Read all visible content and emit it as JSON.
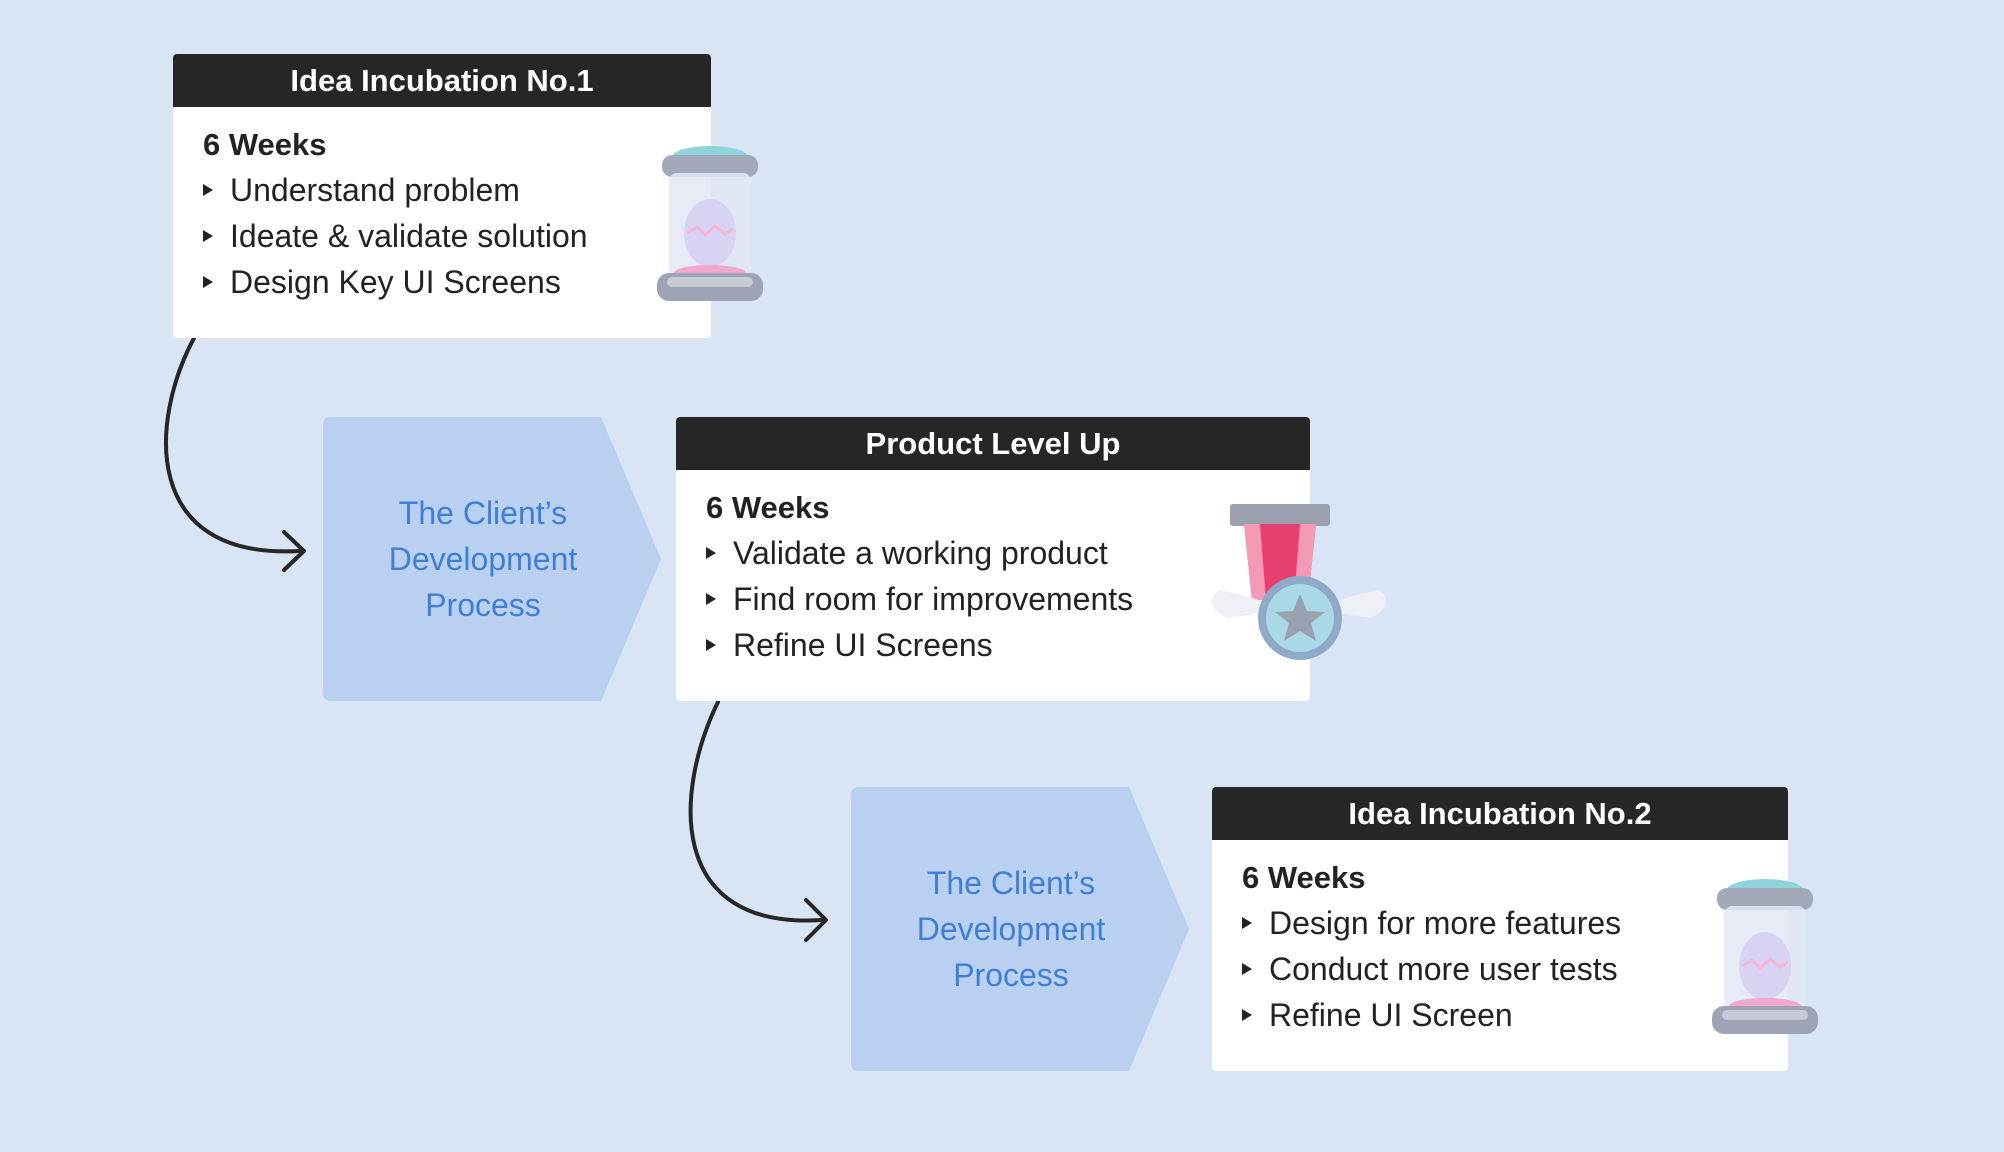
{
  "cards": [
    {
      "title": "Idea Incubation No.1",
      "duration": "6 Weeks",
      "items": [
        "Understand problem",
        "Ideate & validate solution",
        "Design Key UI Screens"
      ]
    },
    {
      "title": "Product Level Up",
      "duration": "6 Weeks",
      "items": [
        "Validate a working product",
        "Find room for improvements",
        "Refine UI Screens"
      ]
    },
    {
      "title": "Idea Incubation No.2",
      "duration": "6 Weeks",
      "items": [
        "Design for more features",
        "Conduct more user tests",
        "Refine UI Screen"
      ]
    }
  ],
  "process_steps": [
    {
      "lines": [
        "The Client’s",
        "Development",
        "Process"
      ]
    },
    {
      "lines": [
        "The Client’s",
        "Development",
        "Process"
      ]
    }
  ],
  "colors": {
    "background": "#d9e4f5",
    "card_header": "#262626",
    "chevron_fill": "#b9d0f0",
    "chevron_text": "#3f7fd6",
    "arrow": "#262626"
  },
  "icons": [
    "egg-incubator-icon",
    "medal-icon",
    "egg-incubator-icon"
  ]
}
